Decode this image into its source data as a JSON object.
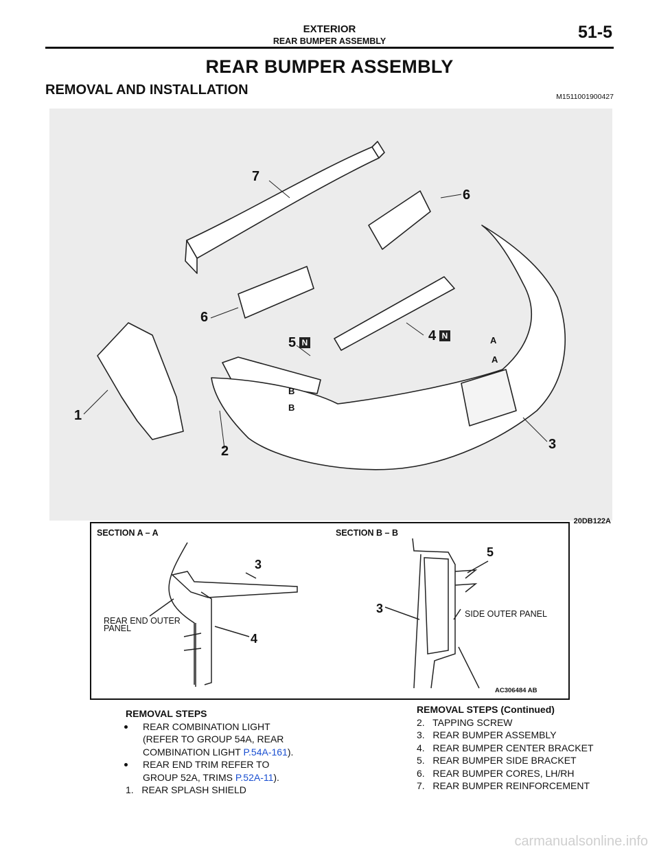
{
  "header": {
    "section": "EXTERIOR",
    "subsection": "REAR BUMPER ASSEMBLY",
    "page": "51-5"
  },
  "title": "REAR BUMPER ASSEMBLY",
  "subtitle": "REMOVAL AND INSTALLATION",
  "doc_id": "M1511001900427",
  "figure": {
    "code": "20DB122A",
    "callouts": {
      "c1": "1",
      "c2": "2",
      "c3": "3",
      "c4": "4",
      "c5": "5",
      "c6a": "6",
      "c6b": "6",
      "c7": "7",
      "n": "N",
      "a": "A",
      "b": "B"
    }
  },
  "sections": {
    "a_title": "SECTION A – A",
    "b_title": "SECTION B – B",
    "code": "AC306484",
    "code_suffix": "AB",
    "a_label_line1": "REAR END OUTER",
    "a_label_line2": "PANEL",
    "b_label": "SIDE OUTER PANEL",
    "a_c3": "3",
    "a_c4": "4",
    "b_c3": "3",
    "b_c5": "5"
  },
  "removal_left": {
    "heading": "REMOVAL STEPS",
    "b1_l1": "REAR COMBINATION LIGHT",
    "b1_l2": "(REFER TO GROUP 54A, REAR",
    "b1_l3a": "COMBINATION LIGHT ",
    "b1_link": "P.54A-161",
    "b1_l3c": ").",
    "b2_l1": "REAR END TRIM REFER TO",
    "b2_l2a": "GROUP 52A, TRIMS ",
    "b2_link": "P.52A-11",
    "b2_l2c": ").",
    "s1": "1.   REAR SPLASH SHIELD"
  },
  "removal_right": {
    "heading": "REMOVAL STEPS (Continued)",
    "steps": [
      "2.   TAPPING SCREW",
      "3.   REAR BUMPER ASSEMBLY",
      "4.   REAR BUMPER CENTER BRACKET",
      "5.   REAR BUMPER SIDE BRACKET",
      "6.   REAR BUMPER CORES, LH/RH",
      "7.   REAR BUMPER REINFORCEMENT"
    ]
  },
  "footer": "carmanualsonline.info"
}
